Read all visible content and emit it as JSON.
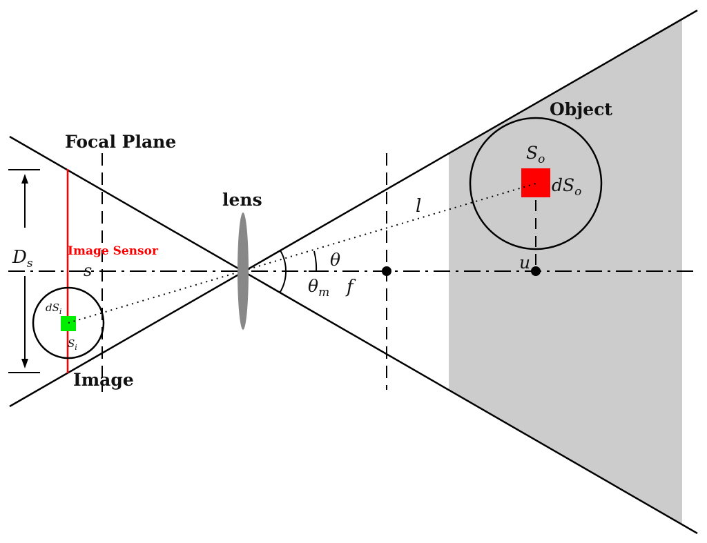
{
  "labels": {
    "focal_plane": "Focal Plane",
    "lens": "lens",
    "object": "Object",
    "image": "Image",
    "image_sensor": "Image Sensor",
    "D": "D",
    "D_sub": "s",
    "s": "s",
    "dS": "dS",
    "i_sub": "i",
    "S": "S",
    "o_sub": "o",
    "theta": "θ",
    "theta_m": "θ",
    "m_sub": "m",
    "f": "f",
    "l": "l",
    "u": "u"
  },
  "colors": {
    "line": "#000000",
    "sensor": "#ff0000",
    "object_patch": "#ff0000",
    "image_patch": "#00ee00",
    "field_of_view": "#cccccc",
    "lens": "#888888"
  }
}
